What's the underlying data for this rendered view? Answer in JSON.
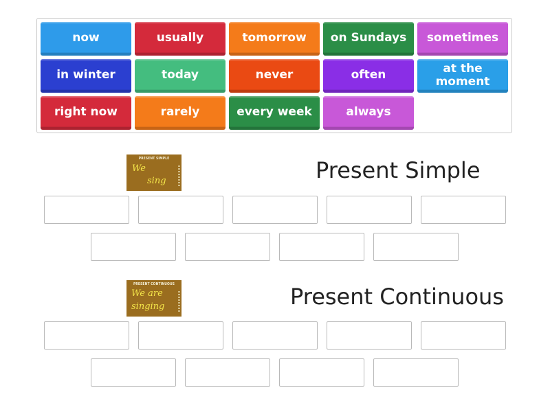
{
  "word_bank": {
    "tiles": [
      {
        "label": "now",
        "color": "#2e9bea"
      },
      {
        "label": "usually",
        "color": "#d42a3b"
      },
      {
        "label": "tomorrow",
        "color": "#f47b1a"
      },
      {
        "label": "on Sundays",
        "color": "#2b8e47"
      },
      {
        "label": "sometimes",
        "color": "#c858d8"
      },
      {
        "label": "in winter",
        "color": "#2b3fd0"
      },
      {
        "label": "today",
        "color": "#44bd7f"
      },
      {
        "label": "never",
        "color": "#ea4a13"
      },
      {
        "label": "often",
        "color": "#8a2ee6"
      },
      {
        "label": "at the moment",
        "color": "#2a9fe8"
      },
      {
        "label": "right now",
        "color": "#d42a3b"
      },
      {
        "label": "rarely",
        "color": "#f47b1a"
      },
      {
        "label": "every week",
        "color": "#2b8e47"
      },
      {
        "label": "always",
        "color": "#c858d8"
      }
    ]
  },
  "groups": [
    {
      "title": "Present Simple",
      "thumbnail": {
        "caption": "PRESENT SIMPLE",
        "line1": "We",
        "line2": "sing"
      },
      "slot_count": 9
    },
    {
      "title": "Present Continuous",
      "thumbnail": {
        "caption": "PRESENT CONTINUOUS",
        "line1": "We are",
        "line2": "singing"
      },
      "slot_count": 9
    }
  ]
}
